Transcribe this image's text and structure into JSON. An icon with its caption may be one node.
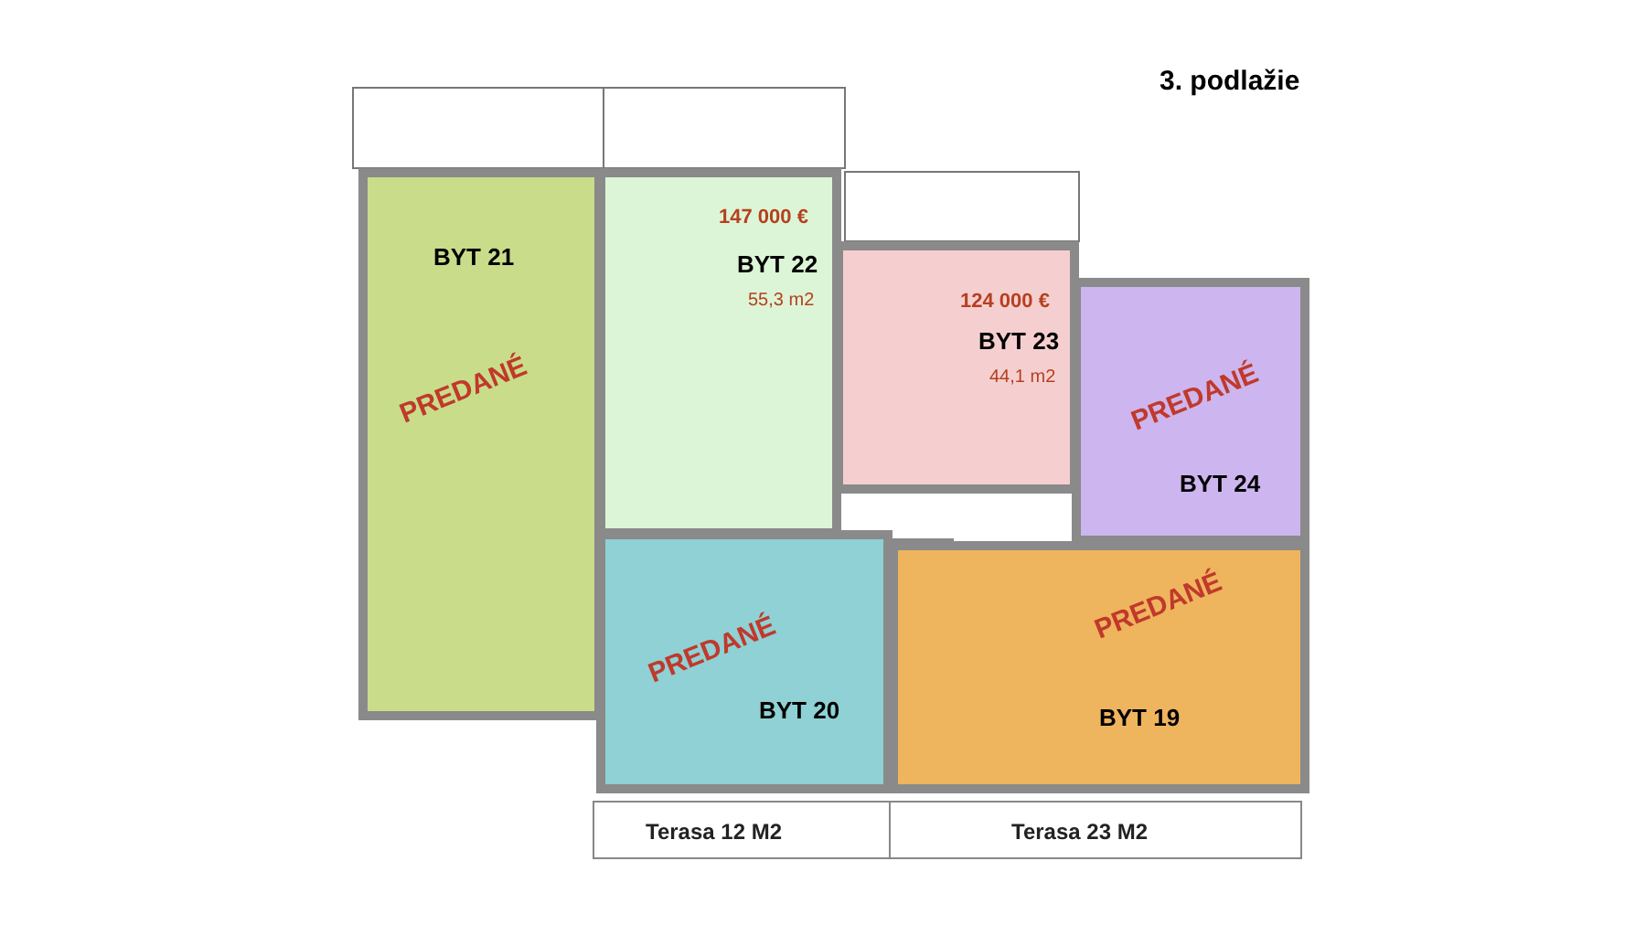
{
  "diagram": {
    "title": "3. podlažie",
    "nodes": [
      {
        "text": [
          "BYT 21",
          "PREDANÉ"
        ]
      },
      {
        "text": [
          "147 000 €",
          "BYT 22",
          "55,3 m2"
        ]
      },
      {
        "text": [
          "124 000 €",
          "BYT 23",
          "44,1 m2"
        ]
      },
      {
        "text": [
          "PREDANÉ",
          "BYT 24"
        ]
      },
      {
        "text": [
          "PREDANÉ",
          "BYT 20"
        ]
      },
      {
        "text": [
          "PREDANÉ",
          "BYT 19"
        ]
      },
      {
        "text": [
          "Terasa 12 M2"
        ]
      },
      {
        "text": [
          "Terasa 23 M2"
        ]
      }
    ]
  }
}
